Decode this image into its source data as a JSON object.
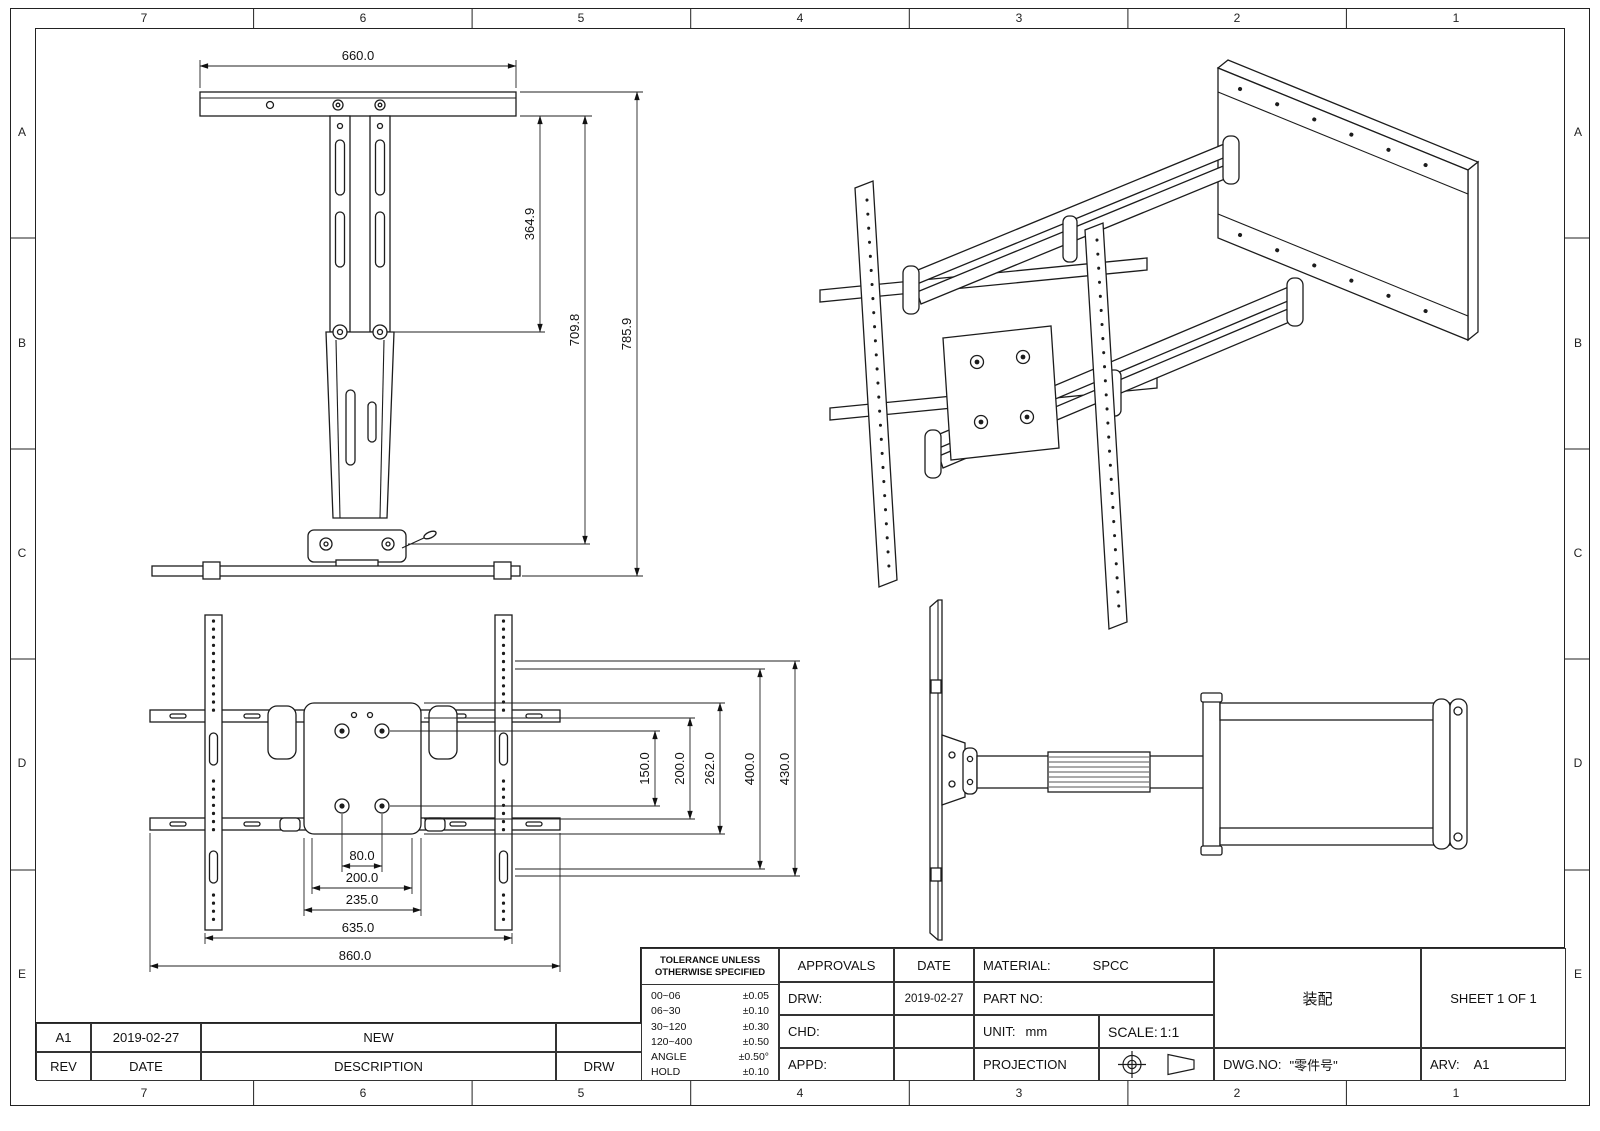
{
  "grid": {
    "columns": [
      "7",
      "6",
      "5",
      "4",
      "3",
      "2",
      "1"
    ],
    "rows": [
      "A",
      "B",
      "C",
      "D",
      "E"
    ]
  },
  "views": {
    "front": {
      "dim_width": "660.0",
      "dim_h1": "364.9",
      "dim_h2": "709.8",
      "dim_h3": "785.9"
    },
    "plan": {
      "dim_v1": "150.0",
      "dim_v2": "200.0",
      "dim_v3": "262.0",
      "dim_v4": "400.0",
      "dim_v5": "430.0",
      "dim_h1": "80.0",
      "dim_h2": "200.0",
      "dim_h3": "235.0",
      "dim_h4": "635.0",
      "dim_h5": "860.0"
    }
  },
  "title_block": {
    "tolerance": {
      "title_line1": "TOLERANCE UNLESS",
      "title_line2": "OTHERWISE SPECIFIED",
      "rows": [
        {
          "range": "00~06",
          "value": "±0.05"
        },
        {
          "range": "06~30",
          "value": "±0.10"
        },
        {
          "range": "30~120",
          "value": "±0.30"
        },
        {
          "range": "120~400",
          "value": "±0.50"
        },
        {
          "range": "ANGLE",
          "value": "±0.50°"
        },
        {
          "range": "HOLD",
          "value": "±0.10"
        }
      ]
    },
    "approvals_header": "APPROVALS",
    "date_header": "DATE",
    "rows": [
      {
        "label": "DRW:",
        "date": "2019-02-27"
      },
      {
        "label": "CHD:",
        "date": ""
      },
      {
        "label": "APPD:",
        "date": ""
      }
    ],
    "material_label": "MATERIAL:",
    "material_value": "SPCC",
    "part_no_label": "PART NO:",
    "unit_label": "UNIT:",
    "unit_value": "mm",
    "scale_label": "SCALE:",
    "scale_value": "1:1",
    "projection_label": "PROJECTION",
    "assembly_title": "装配",
    "sheet_label": "SHEET 1 OF 1",
    "dwg_no_label": "DWG.NO:",
    "dwg_no_value": "\"零件号\"",
    "arv_label": "ARV:",
    "arv_value": "A1"
  },
  "revision_table": {
    "entries": [
      {
        "rev": "A1",
        "date": "2019-02-27",
        "description": "NEW",
        "drw": ""
      }
    ],
    "headers": {
      "rev": "REV",
      "date": "DATE",
      "description": "DESCRIPTION",
      "drw": "DRW"
    }
  }
}
